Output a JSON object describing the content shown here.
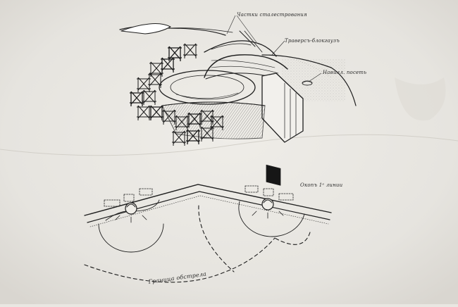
{
  "paper_color": "#e9e7e2",
  "ink_color": "#1f1f1f",
  "labels": {
    "cover": "Частки сталестрования",
    "traverse": "Траверсъ-блокгаузъ",
    "canopy": "Навилл. посеть",
    "trench": "Окопъ 1ᵉ линии",
    "fire_boundary": "Граница обстрела"
  }
}
